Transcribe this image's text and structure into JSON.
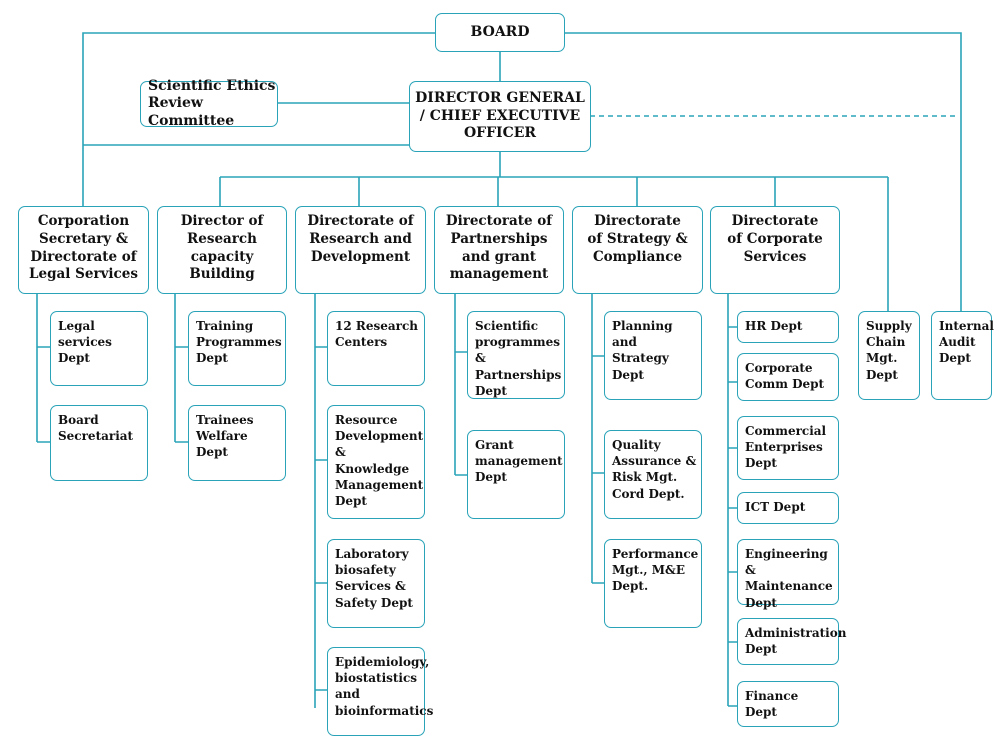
{
  "colors": {
    "line": "#2aa3b8",
    "text": "#111111"
  },
  "top": {
    "board": "BOARD",
    "dg": "DIRECTOR GENERAL\n/ CHIEF EXECUTIVE\nOFFICER",
    "ethics": "Scientific Ethics\nReview Committee"
  },
  "directorates": [
    {
      "title": "Corporation\nSecretary &\nDirectorate of\nLegal Services",
      "depts": [
        "Legal\nservices\nDept",
        "Board\nSecretariat"
      ]
    },
    {
      "title": "Director of\nResearch\ncapacity\nBuilding",
      "depts": [
        "Training\nProgrammes\nDept",
        "Trainees\nWelfare\nDept"
      ]
    },
    {
      "title": "Directorate of\nResearch and\nDevelopment",
      "depts": [
        "12 Research\nCenters",
        "Resource\nDevelopment\n& Knowledge\nManagement\nDept",
        "Laboratory\nbiosafety\nServices &\nSafety Dept",
        "Epidemiology,\nbiostatistics\nand\nbioinformatics"
      ]
    },
    {
      "title": "Directorate of\nPartnerships\nand grant\nmanagement",
      "depts": [
        "Scientific\nprogrammes &\nPartnerships\nDept",
        "Grant\nmanagement\nDept"
      ]
    },
    {
      "title": "Directorate\nof Strategy &\nCompliance",
      "depts": [
        "Planning and\nStrategy\nDept",
        "Quality\nAssurance &\nRisk Mgt.\nCord Dept.",
        "Performance\nMgt., M&E\nDept."
      ]
    },
    {
      "title": "Directorate\nof Corporate\nServices",
      "depts": [
        "HR Dept",
        "Corporate\nComm Dept",
        "Commercial\nEnterprises\nDept",
        "ICT Dept",
        "Engineering\n& Maintenance\nDept",
        "Administration\nDept",
        "Finance Dept"
      ]
    }
  ],
  "standalone": {
    "supply": "Supply\nChain\nMgt.\nDept",
    "audit": "Internal\nAudit\nDept"
  }
}
